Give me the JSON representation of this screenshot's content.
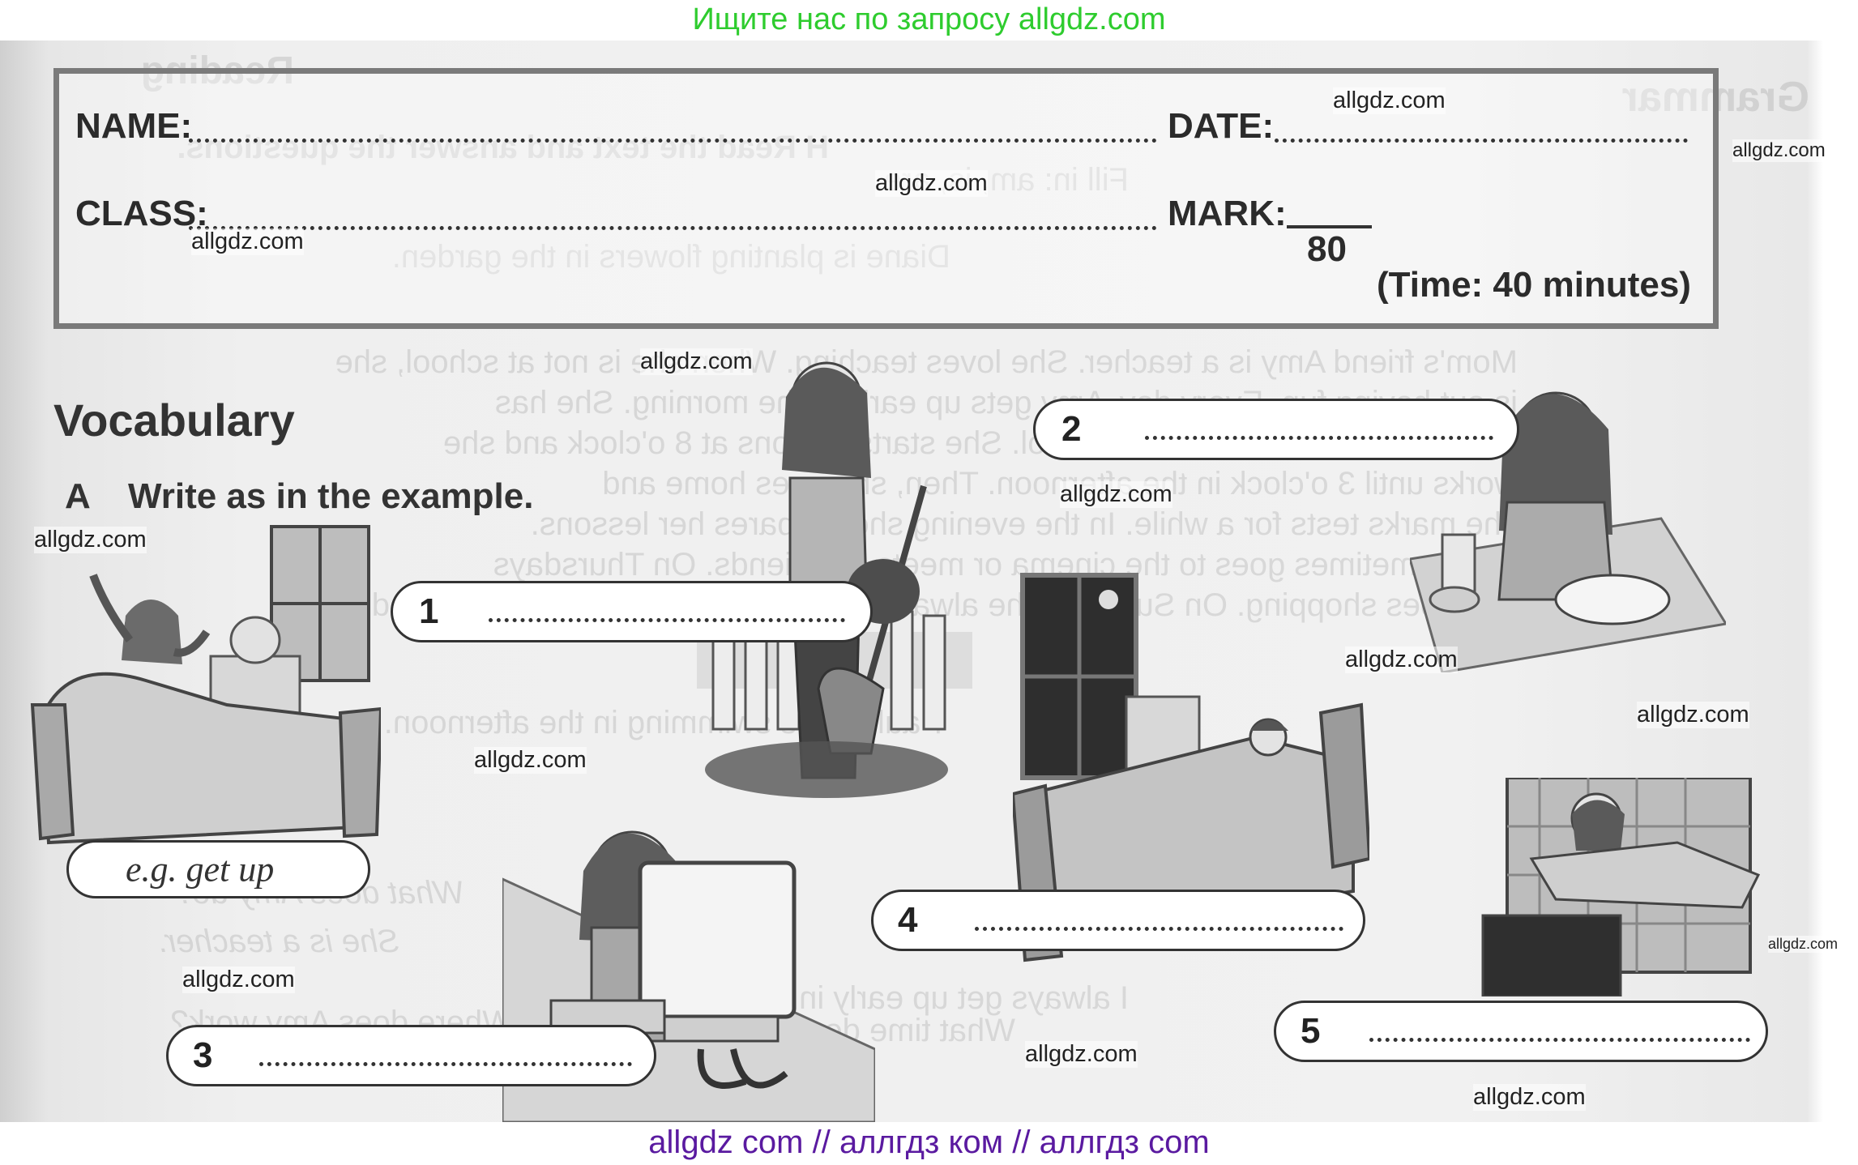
{
  "banner_top": "Ищите нас по запросу allgdz.com",
  "banner_bottom": "allgdz com  //  аллгдз ком  //  аллгдз com",
  "header": {
    "name_label": "NAME:",
    "class_label": "CLASS:",
    "date_label": "DATE:",
    "mark_label": "MARK:",
    "mark_total": "80",
    "time": "(Time: 40 minutes)"
  },
  "section": {
    "title": "Vocabulary",
    "task_letter": "A",
    "task_text": "Write as in the example."
  },
  "answers": {
    "example": "e.g. get up",
    "n1": "1",
    "n2": "2",
    "n3": "3",
    "n4": "4",
    "n5": "5"
  },
  "watermark": "allgdz.com",
  "bleed_through": {
    "t1": "Reading",
    "t2": "Grammar",
    "t3": "H  Read the text and answer the questions.",
    "t4": "Fill in: am, is, are.",
    "t5": "Diane is planting flowers in the garden.",
    "t6": "Mom's friend Amy is a teacher. She loves teaching. When she is not at school, she",
    "t7": "is out having fun. Every day, Amy gets up early in the morning. She has",
    "t8": "breakfast and then walks to school. She starts lessons at 8 o'clock and she",
    "t9": "works until 3 o'clock in the afternoon. Then, she goes home and",
    "t10": "she marks tests for a while. In the evening she prepares her lessons.",
    "t11": "She sometimes goes to the cinema or meets her friends. On Thursdays",
    "t12": "she goes shopping. On Sundays she always visits her parents. She goes to bed",
    "t13": "Paula goes swimming in the afternoon.",
    "t14": "What does Amy do?",
    "t15": "She is a teacher.",
    "t16": "Where does Amy work?",
    "t17": "What time does she finish work?",
    "t18": "I always get up early in the morning."
  },
  "colors": {
    "banner_top": "#2ecc2e",
    "banner_bottom": "#5a1aa0"
  }
}
